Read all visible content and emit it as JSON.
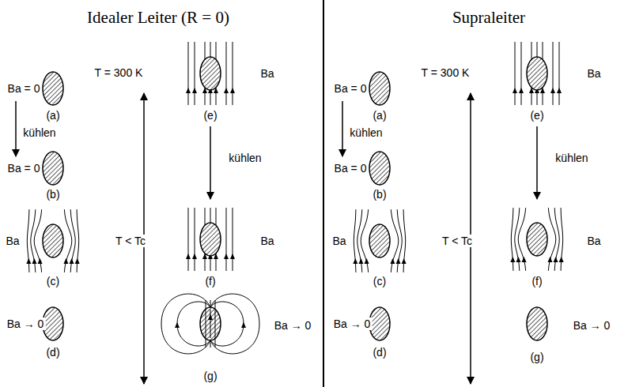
{
  "diagram": {
    "labels": [
      "Idealer Leiter (R = 0)",
      "Supraleiter",
      "Ba = 0",
      "(a)",
      "T = 300 K",
      "Ba",
      "(e)",
      "kühlen",
      "kühlen",
      "Ba = 0",
      "(b)",
      "T < Tc",
      "Ba",
      "(c)",
      "Ba",
      "(f)",
      "Ba → 0",
      "(d)",
      "Ba → 0",
      "(g)",
      "Ba = 0",
      "(a)",
      "T = 300 K",
      "Ba",
      "(e)",
      "kühlen",
      "kühlen",
      "Ba = 0",
      "(b)",
      "T < Tc",
      "Ba",
      "(c)",
      "Ba",
      "(f)",
      "Ba → 0",
      "(d)",
      "Ba → 0",
      "(g)"
    ]
  }
}
